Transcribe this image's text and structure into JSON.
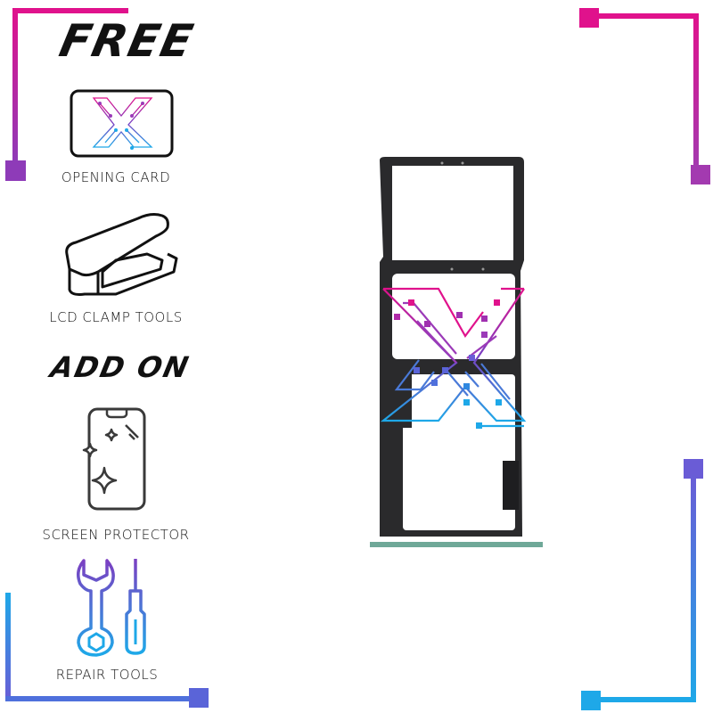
{
  "free_heading": "FREE",
  "add_on_heading": "ADD ON",
  "items": [
    {
      "label": "OPENING CARD",
      "icon": "opening-card-icon"
    },
    {
      "label": "LCD CLAMP TOOLS",
      "icon": "clamp-icon"
    },
    {
      "label": "SCREEN PROTECTOR",
      "icon": "phone-screen-protector-icon"
    },
    {
      "label": "REPAIR TOOLS",
      "icon": "wrench-screwdriver-icon"
    }
  ],
  "colors": {
    "pink": "#e0128c",
    "purple": "#8e3bb8",
    "indigo": "#6a5cd6",
    "blue": "#1ea8e8",
    "tray": "#2a2a2c",
    "tray_edge": "#6fa898"
  }
}
